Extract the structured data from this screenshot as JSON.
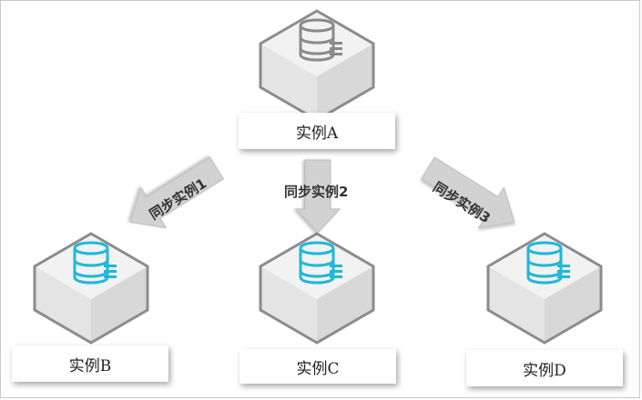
{
  "nodes": [
    {
      "id": "A",
      "label": "实例A",
      "role": "source",
      "icon": "database-icon",
      "icon_color": "#8a8a8a"
    },
    {
      "id": "B",
      "label": "实例B",
      "role": "target",
      "icon": "database-icon",
      "icon_color": "#1fb8d8"
    },
    {
      "id": "C",
      "label": "实例C",
      "role": "target",
      "icon": "database-icon",
      "icon_color": "#1fb8d8"
    },
    {
      "id": "D",
      "label": "实例D",
      "role": "target",
      "icon": "database-icon",
      "icon_color": "#1fb8d8"
    }
  ],
  "edges": [
    {
      "from": "A",
      "to": "B",
      "label": "同步实例1"
    },
    {
      "from": "A",
      "to": "C",
      "label": "同步实例2"
    },
    {
      "from": "A",
      "to": "D",
      "label": "同步实例3"
    }
  ],
  "colors": {
    "cube_top": "#f2f2f2",
    "cube_left": "#e4e4e4",
    "cube_right": "#d8d8d8",
    "cube_outline": "#8c8c8c",
    "arrow_fill": "#d2d2d2",
    "arrow_edge": "#bdbdbd"
  }
}
